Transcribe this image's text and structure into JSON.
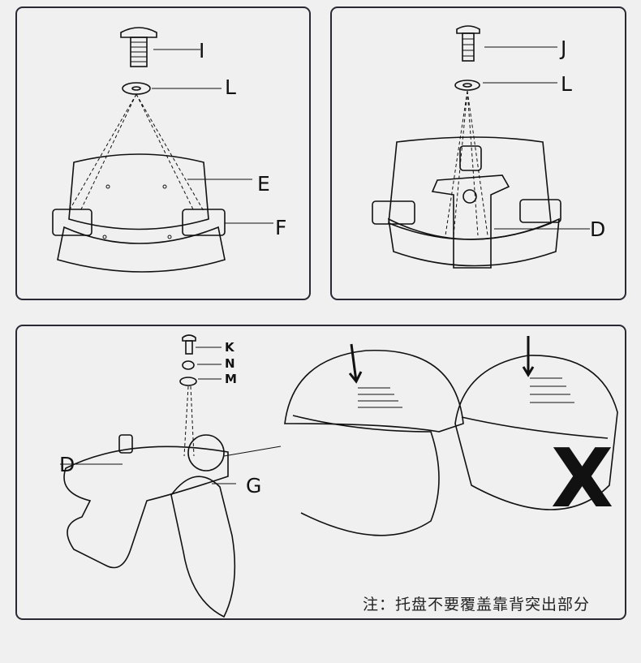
{
  "panel_1": {
    "labels": {
      "bolt": "I",
      "washer": "L",
      "backrest": "E",
      "armrest": "F"
    }
  },
  "panel_2": {
    "labels": {
      "bolt": "J",
      "washer": "L",
      "mechanism": "D"
    }
  },
  "panel_3": {
    "labels": {
      "bolt": "K",
      "spring_washer": "N",
      "washer": "M",
      "mechanism": "D",
      "backrest": "G"
    },
    "wrong_mark": "X",
    "note": "注：托盘不要覆盖靠背突出部分"
  }
}
